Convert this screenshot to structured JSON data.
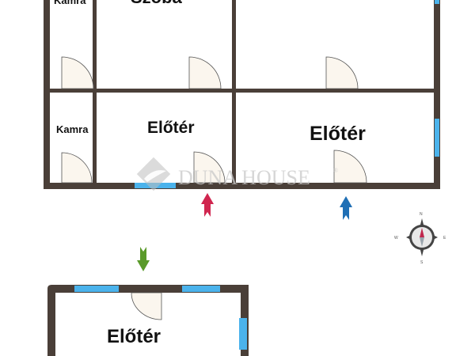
{
  "plan": {
    "rooms": [
      {
        "label": "Kamra"
      },
      {
        "label": "Szoba"
      },
      {
        "label": "Kamra"
      },
      {
        "label": "Előtér"
      },
      {
        "label": "Előtér"
      },
      {
        "label": "Előtér"
      }
    ],
    "watermark": "DUNA HOUSE",
    "watermark_mark": "®",
    "compass": {
      "n": "N",
      "e": "E",
      "s": "S",
      "w": "W"
    },
    "entrance_arrows": [
      {
        "direction": "up",
        "color": "#d0264f"
      },
      {
        "direction": "up",
        "color": "#1f6fb5"
      },
      {
        "direction": "down",
        "color": "#5a9a2a"
      }
    ]
  },
  "colors": {
    "wall": "#4a3f38",
    "window": "#4bb3ec",
    "door": "#fbf6ee"
  }
}
